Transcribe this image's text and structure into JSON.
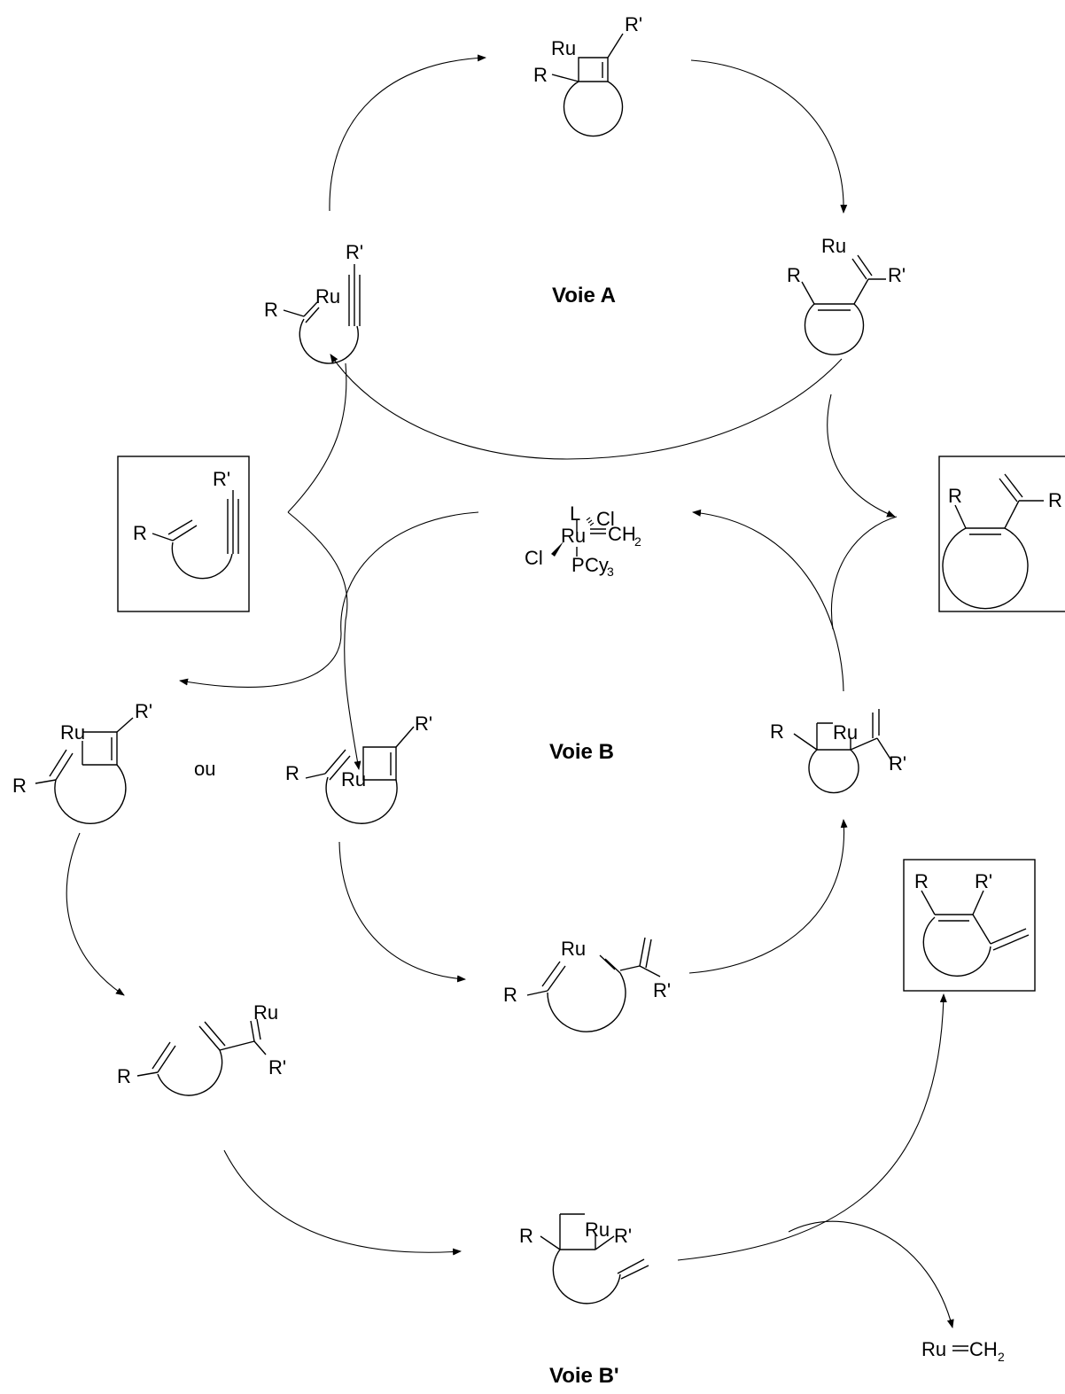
{
  "labels": {
    "voie_a": "Voie A",
    "voie_b": "Voie B",
    "voie_b_prime": "Voie B'",
    "ou": "ou",
    "R": "R",
    "R_prime": "R'",
    "Ru": "Ru",
    "L": "L",
    "Cl": "Cl",
    "C": "C",
    "H": "H",
    "two": "2",
    "P": "P",
    "Cy": "Cy",
    "three": "3",
    "Ru_eq": "Ru",
    "CH_main": "CH"
  }
}
